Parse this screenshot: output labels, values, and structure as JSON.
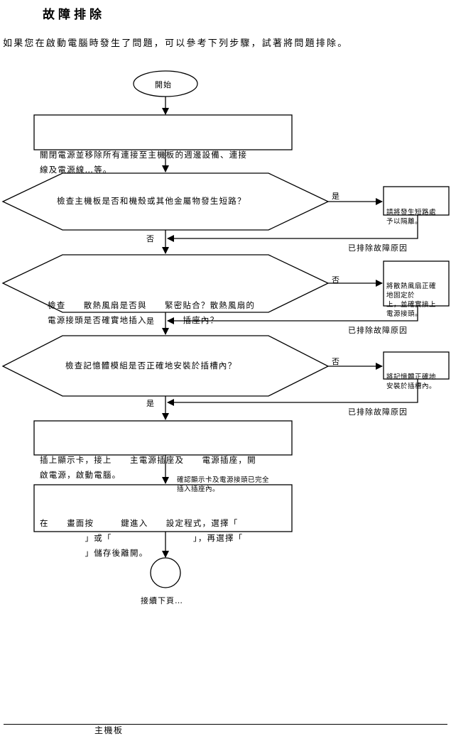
{
  "title": "故障排除",
  "intro": "如果您在啟動電腦時發生了問題，可以參考下列步驟，試著將問題排除。",
  "start": "開始",
  "step1": [
    "關閉電源並移除所有連接至主機板的週邊設備、連接",
    "線及電源線…等。"
  ],
  "decision1": "檢查主機板是否和機殼或其他金屬物發生短路？",
  "yes": "是",
  "no": "否",
  "fix1": [
    "請將發生短路處",
    "予以隔離。"
  ],
  "resolved": "已排除故障原因",
  "decision2": [
    "檢查　　散熱風扇是否與　　緊密貼合？散熱風扇的",
    "電源接頭是否確實地插入　　　　插座內？"
  ],
  "fix2": [
    "將散熱風扇正確",
    "地固定於",
    "上，並確實接上",
    "電源接頭。"
  ],
  "decision3": "檢查記憶體模組是否正確地安裝於插槽內？",
  "fix3": [
    "將記憶體正確地",
    "安裝於插槽內。"
  ],
  "step2": [
    "插上顯示卡，接上　　主電源插座及　　電源插座，開",
    "啟電源，啟動電腦。"
  ],
  "note": [
    "確認顯示卡及電源接頭已完全",
    "插入插座內。"
  ],
  "step3": [
    "在　　畫面按　　　鍵進入　　設定程式，選擇「",
    "　　　　　」或「　　　　　　　　　」，再選擇「",
    "　　　　　」儲存後離開。"
  ],
  "continue": "接續下頁…",
  "footer": "主機板"
}
